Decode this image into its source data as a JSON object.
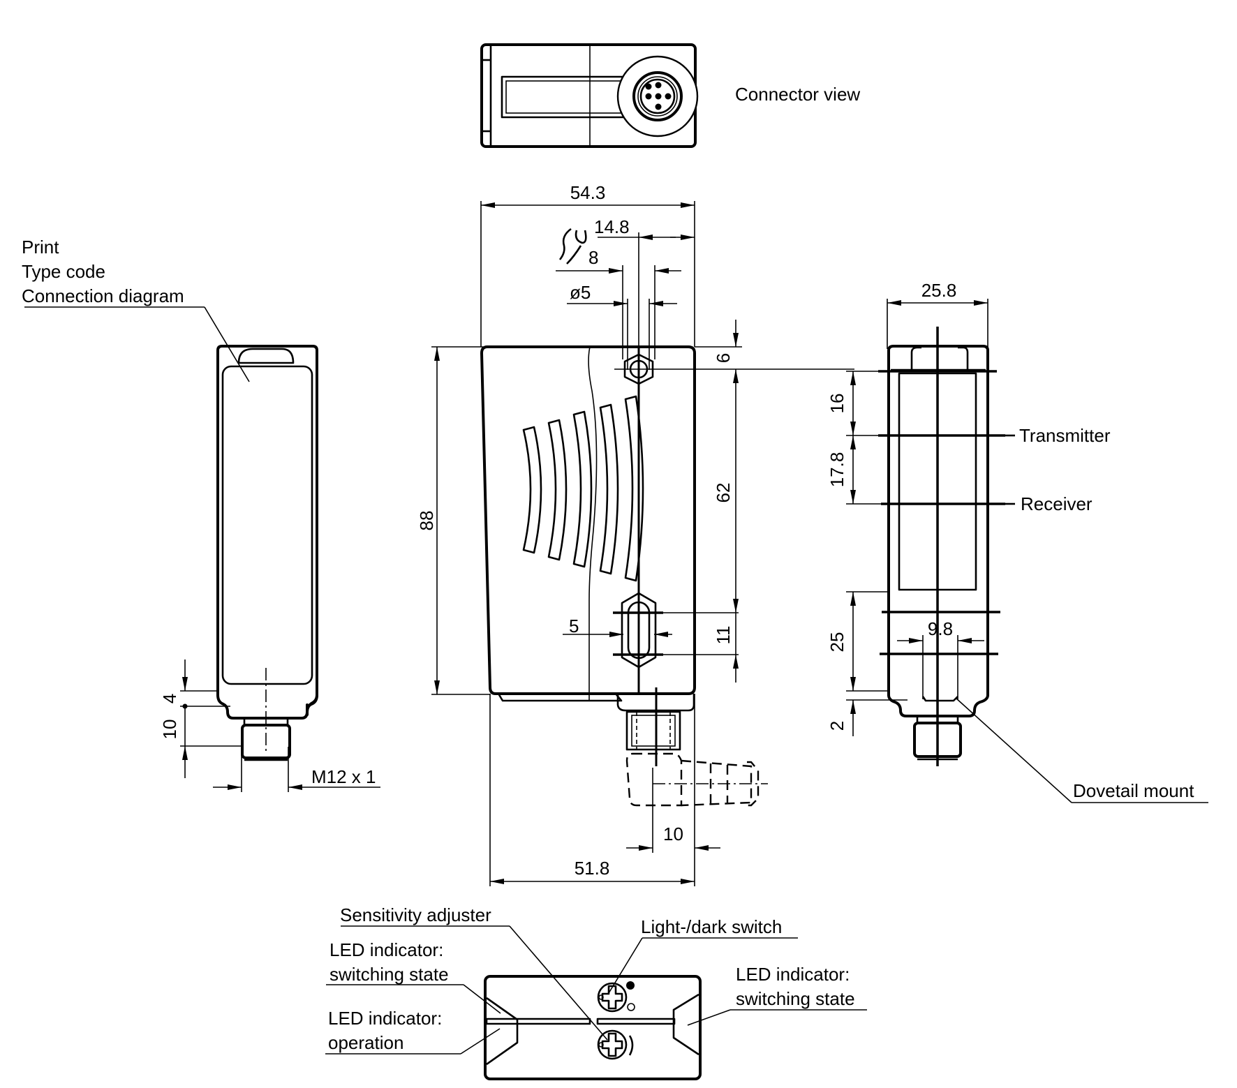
{
  "drawing": {
    "type": "dimensional-drawing",
    "subject": "photoelectric sensor housing",
    "units": "mm",
    "line_color": "#000000",
    "background_color": "#ffffff"
  },
  "views": {
    "connector_view": {
      "label": "Connector view"
    },
    "left_view": {
      "label_lines": [
        "Print",
        "Type code",
        "Connection diagram"
      ],
      "dims": {
        "step_height": "4",
        "connector_length": "10",
        "thread": "M12 x 1"
      }
    },
    "front_view": {
      "dims": {
        "overall_width": "54.3",
        "hole_offset": "14.8",
        "wrench_size": "8",
        "hole_diameter": "ø5",
        "height": "88",
        "top_hole_offset": "6",
        "hole_spacing": "62",
        "slot_length": "11",
        "slot_width": "5",
        "connector_offset": "10",
        "base_width": "51.8"
      },
      "wrench_icon": "wrench-icon"
    },
    "side_view": {
      "dims": {
        "width": "25.8",
        "transmitter_offset": "16",
        "tx_rx_spacing": "17.8",
        "bottom_section": "25",
        "dovetail_width": "9.8",
        "dovetail_depth": "2"
      },
      "labels": {
        "transmitter": "Transmitter",
        "receiver": "Receiver",
        "dovetail": "Dovetail mount"
      }
    },
    "top_view": {
      "labels": {
        "sensitivity": "Sensitivity adjuster",
        "light_dark": "Light-/dark switch",
        "led_switching_left_1": "LED indicator:",
        "led_switching_left_2": "switching state",
        "led_operation_1": "LED indicator:",
        "led_operation_2": "operation",
        "led_switching_right_1": "LED indicator:",
        "led_switching_right_2": "switching state"
      }
    }
  }
}
